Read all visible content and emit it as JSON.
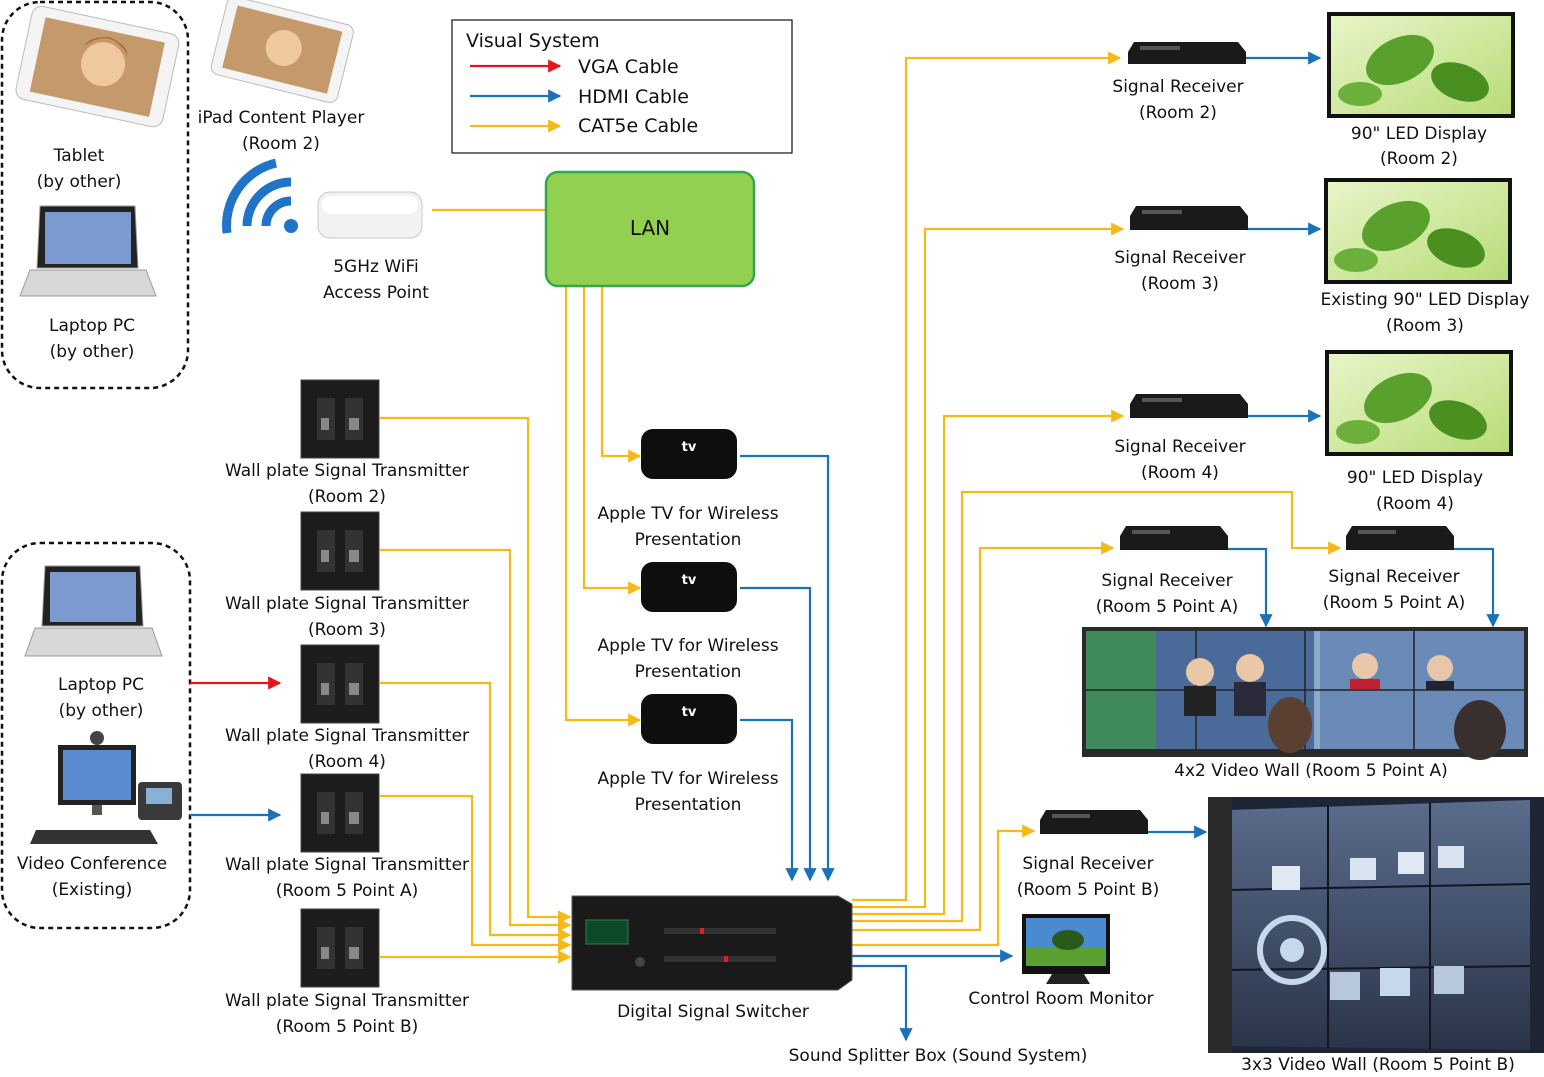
{
  "colors": {
    "vga": "#e8141c",
    "hdmi": "#1a73b8",
    "cat5e": "#f5b919",
    "lan_fill": "#92d050",
    "lan_stroke": "#2fa84f",
    "wifi": "#1f74c8"
  },
  "legend": {
    "title": "Visual System",
    "items": [
      "VGA Cable",
      "HDMI Cable",
      "CAT5e Cable"
    ]
  },
  "lan": {
    "label": "LAN"
  },
  "sources": {
    "tablet": [
      "Tablet",
      "(by other)"
    ],
    "laptop_top": [
      "Laptop PC",
      "(by other)"
    ],
    "ipad": [
      "iPad Content Player",
      "(Room 2)"
    ],
    "wifi_ap": [
      "5GHz WiFi",
      "Access Point"
    ],
    "laptop_bottom": [
      "Laptop PC",
      "(by other)"
    ],
    "video_conf": [
      "Video Conference",
      "(Existing)"
    ]
  },
  "transmitters": [
    [
      "Wall plate Signal Transmitter",
      "(Room 2)"
    ],
    [
      "Wall plate Signal Transmitter",
      "(Room 3)"
    ],
    [
      "Wall plate Signal Transmitter",
      "(Room 4)"
    ],
    [
      "Wall plate Signal Transmitter",
      "(Room 5 Point A)"
    ],
    [
      "Wall plate Signal Transmitter",
      "(Room 5 Point B)"
    ]
  ],
  "apple_tv": [
    [
      "Apple TV for Wireless",
      "Presentation"
    ],
    [
      "Apple TV for Wireless",
      "Presentation"
    ],
    [
      "Apple TV for Wireless",
      "Presentation"
    ]
  ],
  "apple_tv_logo": "tv",
  "switcher": {
    "label": "Digital Signal Switcher"
  },
  "receivers": [
    [
      "Signal Receiver",
      "(Room 2)"
    ],
    [
      "Signal Receiver",
      "(Room 3)"
    ],
    [
      "Signal Receiver",
      "(Room 4)"
    ],
    [
      "Signal Receiver",
      "(Room 5 Point A)"
    ],
    [
      "Signal Receiver",
      "(Room 5 Point A)"
    ],
    [
      "Signal Receiver",
      "(Room 5 Point B)"
    ]
  ],
  "displays": [
    [
      "90\" LED Display",
      "(Room 2)"
    ],
    [
      "Existing 90\" LED Display",
      "(Room 3)"
    ],
    [
      "90\" LED Display",
      "(Room 4)"
    ]
  ],
  "video_wall_a": {
    "label": "4x2 Video Wall (Room 5 Point A)"
  },
  "video_wall_b": {
    "label": "3x3 Video Wall (Room 5 Point B)"
  },
  "control_monitor": {
    "label": "Control Room Monitor"
  },
  "sound_splitter": {
    "label": "Sound Splitter Box (Sound System)"
  }
}
